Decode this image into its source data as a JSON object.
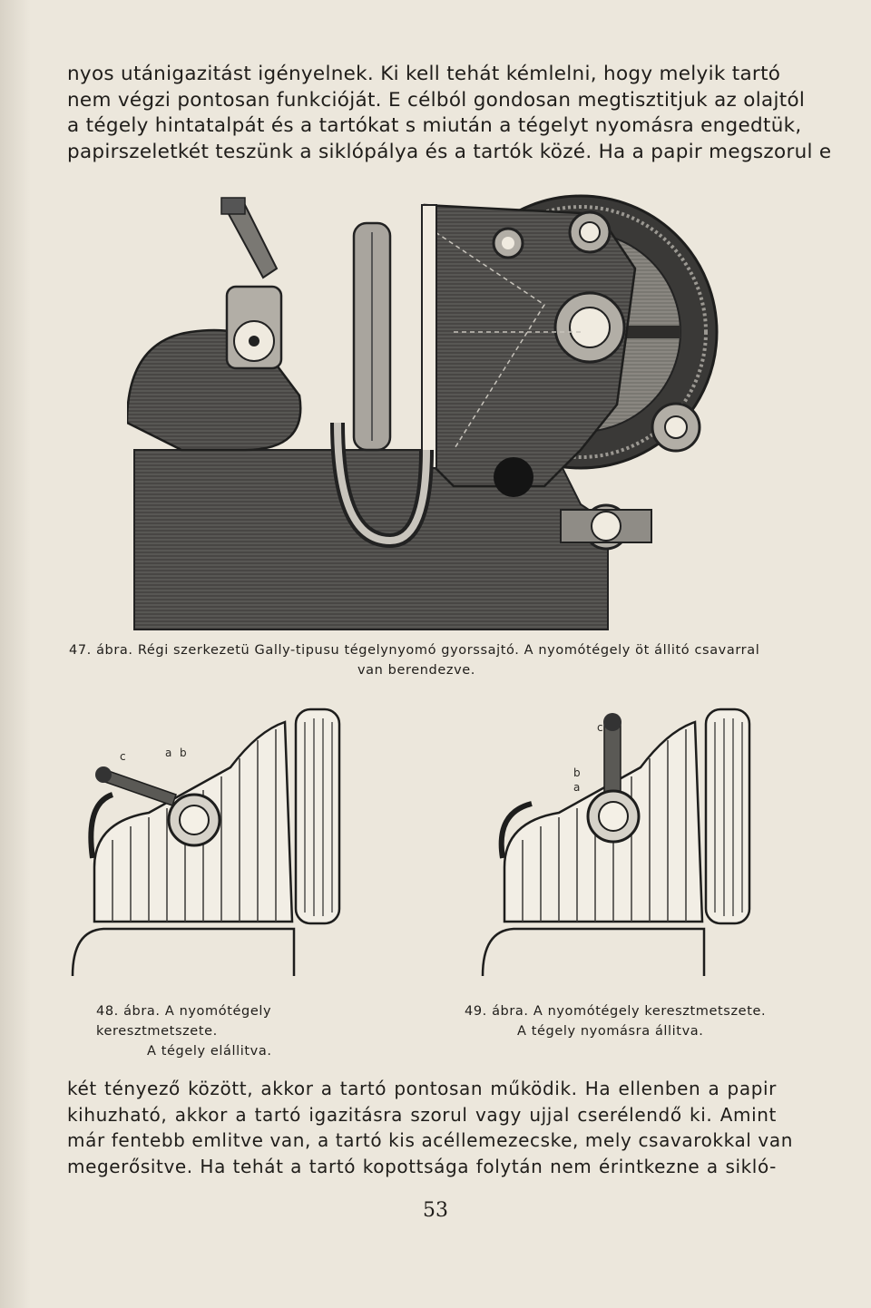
{
  "text_top": [
    "nyos utánigazitást igényelnek. Ki kell tehát kémlelni, hogy melyik tartó",
    "nem végzi pontosan funkcióját. E célból gondosan megtisztitjuk az olajtól",
    "a tégely hintatalpát és a tartókat s miután a tégelyt nyomásra engedtük,",
    "papirszeletkét teszünk a siklópálya és a tartók közé. Ha a papir megszorul e"
  ],
  "figure_47": {
    "number": "47. ábra.",
    "caption_line1": "Régi szerkezetü Gally-tipusu tégelynyomó gyorssajtó. A nyomótégely öt állitó csavarral",
    "caption_line2": "van berendezve."
  },
  "figure_48": {
    "number": "48. ábra.",
    "caption_line1": "A nyomótégely keresztmetszete.",
    "caption_line2": "A tégely elállitva.",
    "labels": [
      "c",
      "a",
      "b"
    ]
  },
  "figure_49": {
    "number": "49. ábra.",
    "caption_line1": "A nyomótégely keresztmetszete.",
    "caption_line2": "A tégely nyomásra állitva.",
    "labels": [
      "c",
      "b",
      "a"
    ]
  },
  "text_bottom": [
    "két tényező között, akkor a tartó pontosan működik. Ha ellenben a papir",
    "kihuzható, akkor a tartó igazitásra szorul vagy ujjal cserélendő ki. Amint",
    "már fentebb emlitve van, a tartó kis acéllemezecske, mely csavarokkal van",
    "megerősitve. Ha tehát a tartó kopottsága folytán nem érintkezne a sikló-"
  ],
  "page_number": "53",
  "colors": {
    "paper": "#ece7dc",
    "ink": "#1f1d1a",
    "engraving_dark": "#4a4a48",
    "engraving_mid": "#7a7873"
  }
}
